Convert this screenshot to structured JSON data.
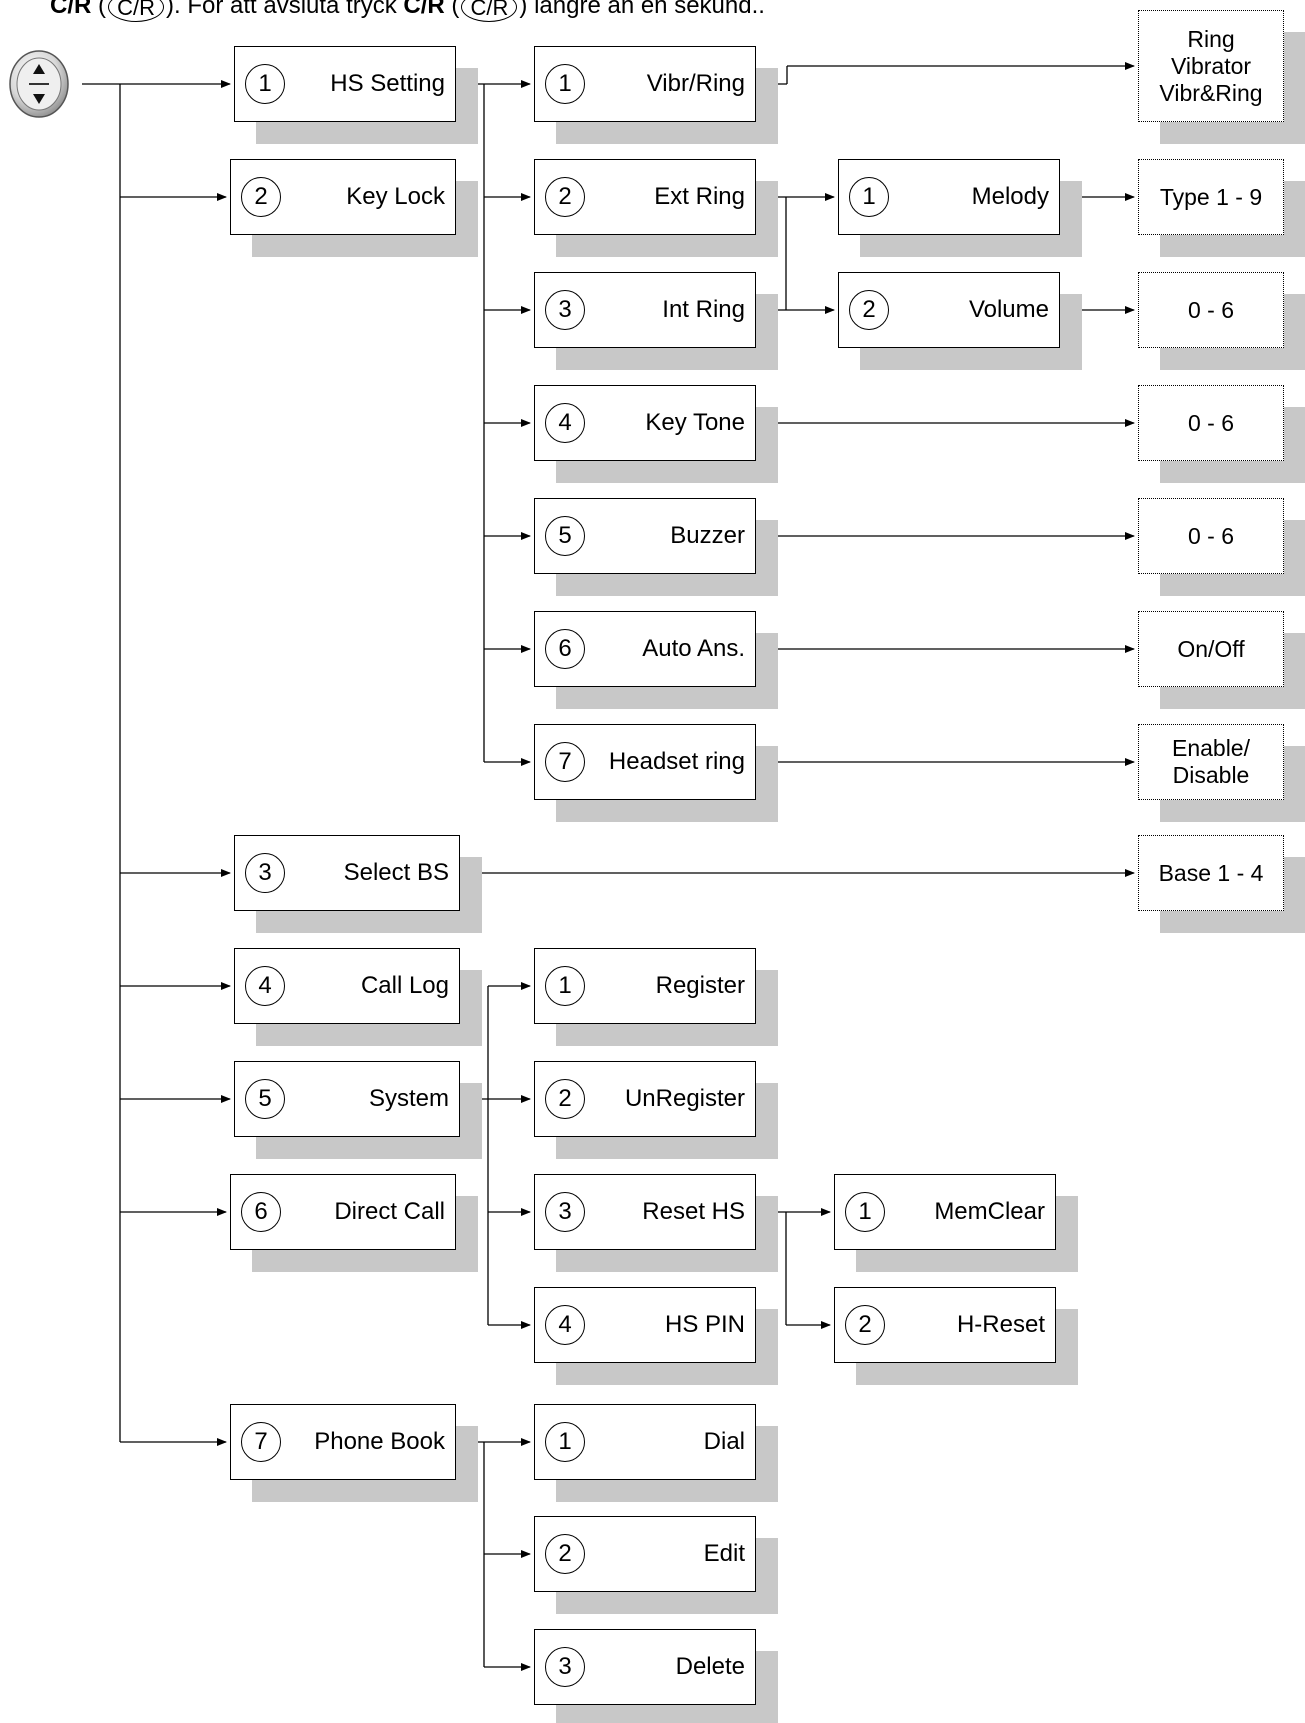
{
  "header": {
    "key_name": "C/R",
    "open_paren": " (",
    "close_paren": "). För att avsluta tryck ",
    "key_name_2": "C/R",
    "open_paren_2": " (",
    "key_symbol": "C/R",
    "tail": ") längre än en sekund.."
  },
  "nav_key": {
    "icon": "up-down-navigation-key-icon"
  },
  "menu": {
    "l1": [
      {
        "num": "1",
        "label": "HS Setting"
      },
      {
        "num": "2",
        "label": "Key Lock"
      },
      {
        "num": "3",
        "label": "Select BS"
      },
      {
        "num": "4",
        "label": "Call Log"
      },
      {
        "num": "5",
        "label": "System"
      },
      {
        "num": "6",
        "label": "Direct Call"
      },
      {
        "num": "7",
        "label": "Phone Book"
      }
    ],
    "hs_setting": [
      {
        "num": "1",
        "label": "Vibr/Ring"
      },
      {
        "num": "2",
        "label": "Ext Ring"
      },
      {
        "num": "3",
        "label": "Int Ring"
      },
      {
        "num": "4",
        "label": "Key Tone"
      },
      {
        "num": "5",
        "label": "Buzzer"
      },
      {
        "num": "6",
        "label": "Auto Ans."
      },
      {
        "num": "7",
        "label": "Headset ring"
      }
    ],
    "ring_sub": [
      {
        "num": "1",
        "label": "Melody"
      },
      {
        "num": "2",
        "label": "Volume"
      }
    ],
    "system": [
      {
        "num": "1",
        "label": "Register"
      },
      {
        "num": "2",
        "label": "UnRegister"
      },
      {
        "num": "3",
        "label": "Reset HS"
      },
      {
        "num": "4",
        "label": "HS PIN"
      }
    ],
    "reset_sub": [
      {
        "num": "1",
        "label": "MemClear"
      },
      {
        "num": "2",
        "label": "H-Reset"
      }
    ],
    "phone_book": [
      {
        "num": "1",
        "label": "Dial"
      },
      {
        "num": "2",
        "label": "Edit"
      },
      {
        "num": "3",
        "label": "Delete"
      }
    ]
  },
  "options": {
    "vibr_ring": [
      "Ring",
      "Vibrator",
      "Vibr&Ring"
    ],
    "melody": "Type 1 - 9",
    "volume": "0 - 6",
    "key_tone": "0 - 6",
    "buzzer": "0 - 6",
    "auto_ans": "On/Off",
    "headset_ring": [
      "Enable/",
      "Disable"
    ],
    "select_bs": "Base 1 - 4"
  }
}
